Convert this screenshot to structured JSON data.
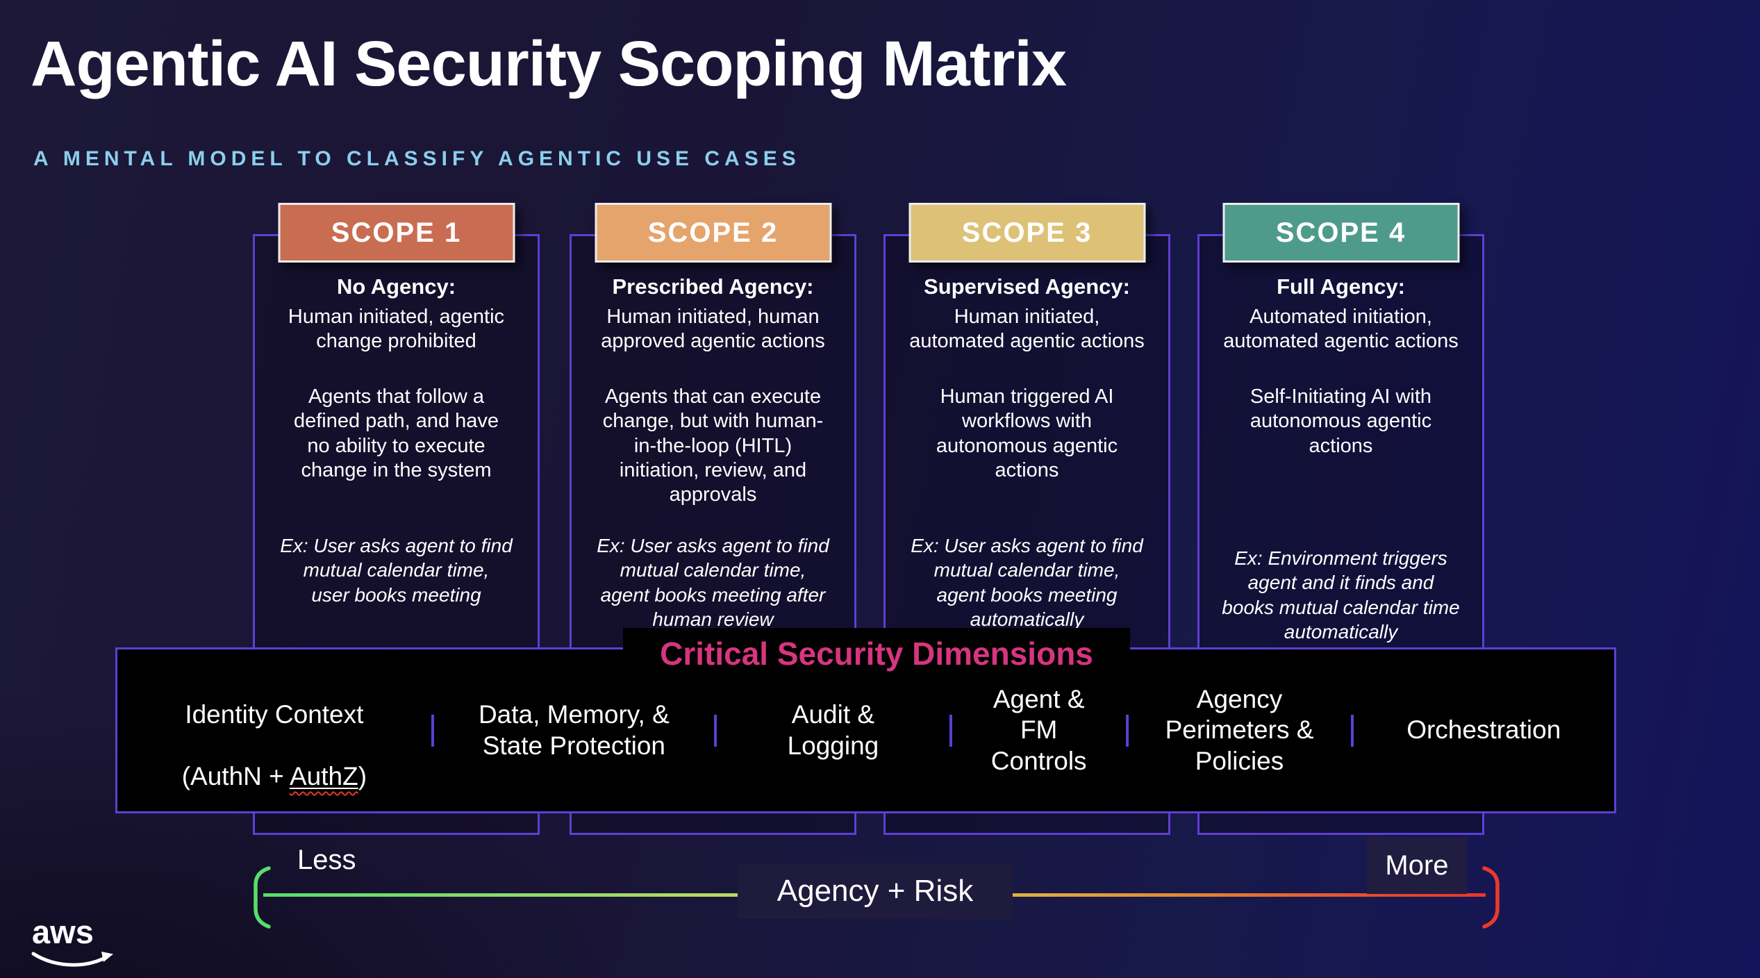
{
  "page": {
    "title": "Agentic AI Security Scoping Matrix",
    "subtitle": "A MENTAL MODEL TO CLASSIFY AGENTIC USE CASES",
    "subtitle_color": "#8BCFEC"
  },
  "scopes": [
    {
      "label": "SCOPE 1",
      "color": "#C96D52",
      "agency": "No Agency:",
      "initiation": "Human initiated, agentic\nchange prohibited",
      "description": "Agents that follow a\ndefined path, and have\nno ability to execute\nchange in the system",
      "example": "Ex: User asks agent to find\nmutual calendar time,\nuser books meeting"
    },
    {
      "label": "SCOPE 2",
      "color": "#E5A46C",
      "agency": "Prescribed Agency:",
      "initiation": "Human initiated, human\napproved agentic actions",
      "description": "Agents that can execute\nchange, but with human-\nin-the-loop (HITL)\ninitiation, review, and\napprovals",
      "example": "Ex: User asks agent to find\nmutual calendar time,\nagent books meeting after\nhuman review"
    },
    {
      "label": "SCOPE 3",
      "color": "#DDC176",
      "agency": "Supervised Agency:",
      "initiation": "Human initiated,\nautomated agentic actions",
      "description": "Human triggered AI\nworkflows with\nautonomous agentic\nactions",
      "example": "Ex: User asks agent to find\nmutual calendar time,\nagent books meeting\nautomatically"
    },
    {
      "label": "SCOPE 4",
      "color": "#4E9B8C",
      "agency": "Full Agency:",
      "initiation": "Automated initiation,\nautomated agentic actions",
      "description": "Self-Initiating AI with\nautonomous agentic\nactions",
      "example": "Ex: Environment triggers\nagent and it finds and\nbooks mutual calendar time\nautomatically"
    }
  ],
  "dimensions": {
    "title": "Critical Security Dimensions",
    "title_color": "#D63580",
    "identity": {
      "line1": "Identity Context",
      "prefix": "(AuthN + ",
      "special": "AuthZ",
      "suffix": ")"
    },
    "items": [
      "Data, Memory, &\nState Protection",
      "Audit &\nLogging",
      "Agent &\nFM\nControls",
      "Agency\nPerimeters &\nPolicies",
      "Orchestration"
    ]
  },
  "axis": {
    "less": "Less",
    "more": "More",
    "label": "Agency + Risk",
    "gradient_css": "linear-gradient(90deg,#57DE6C 0%,#8EDC68 22%,#CBD75F 45%,#DDBC44 58%,#E28A33 75%,#E8472E 92%,#EA352A 100%)",
    "less_color": "#57DE6C",
    "more_color": "#EA3A2A"
  },
  "logo": {
    "text": "aws"
  }
}
